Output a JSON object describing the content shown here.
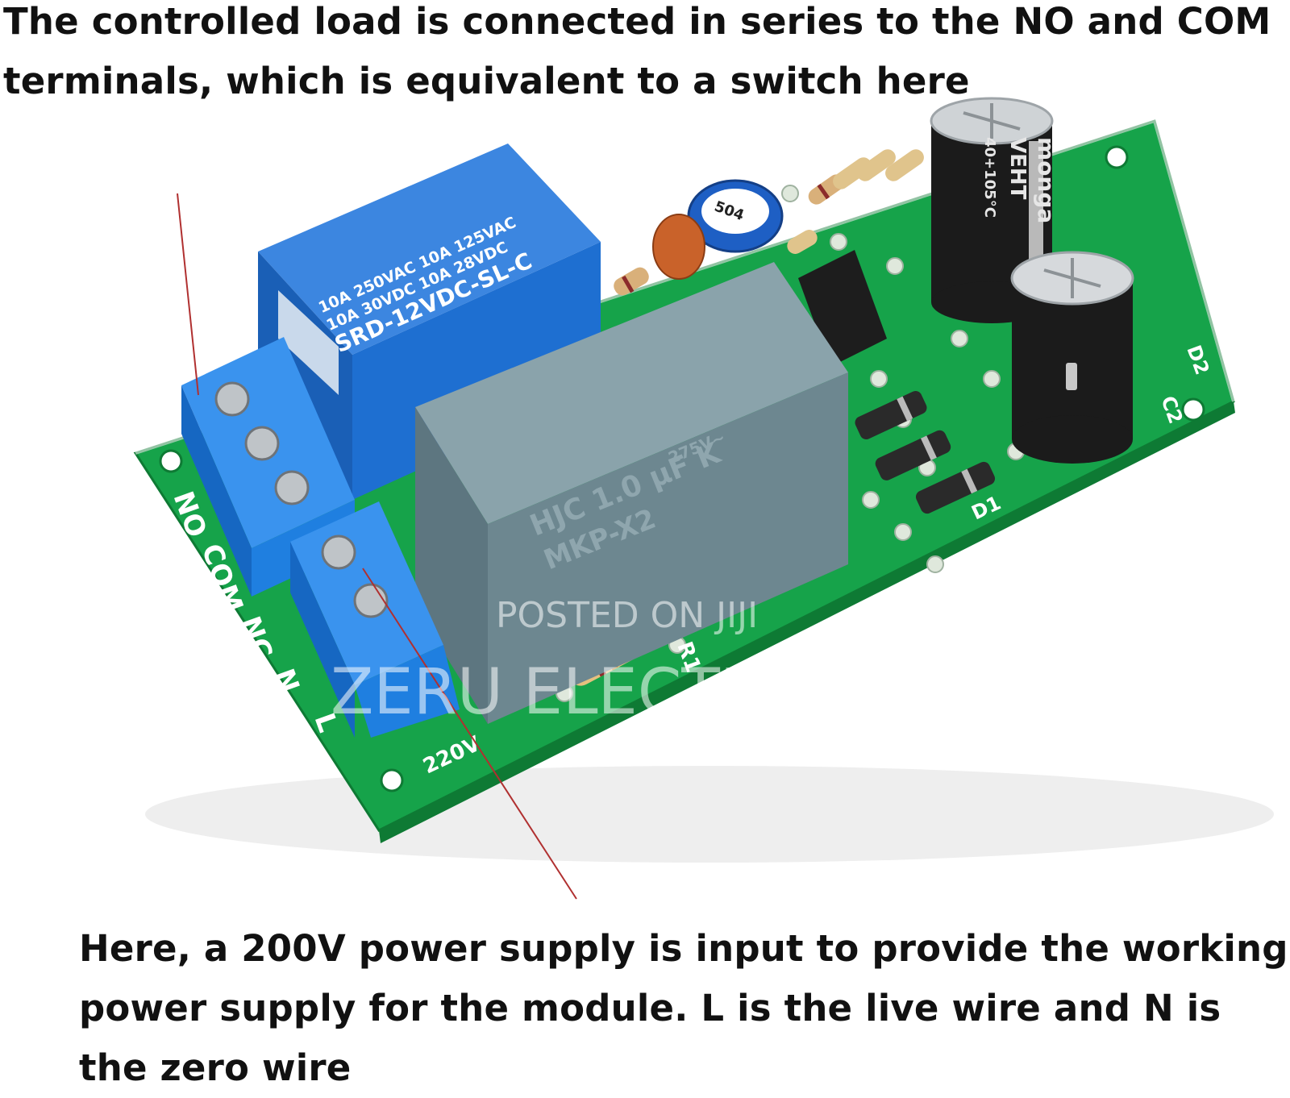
{
  "captions": {
    "top": "The controlled load is connected in series to the NO and COM terminals, which is equivalent to a switch here",
    "bottom": "Here, a 200V power supply is input to provide the working power supply for the module. L is the live wire and N is the zero wire"
  },
  "board_labels": {
    "relay_line1": "10A 250VAC 10A 125VAC",
    "relay_line2": "10A 30VDC 10A 28VDC",
    "relay_model": "SRD-12VDC-SL-C",
    "capacitor_line1": "HJC 1.0 µF K",
    "capacitor_line2": "MKP-X2",
    "capacitor_rating": "275V~",
    "electrolytic_brand": "monga",
    "electrolytic_series": "VEHT",
    "electrolytic_temp": "40+105°C",
    "pot_marking": "504",
    "terminal_no": "NO",
    "terminal_com": "COM",
    "terminal_nc": "NC",
    "terminal_n": "N",
    "terminal_l": "L",
    "voltage_silk": "220V",
    "silk_r1": "R1",
    "silk_d1": "D1",
    "silk_c2": "C2",
    "silk_d2": "D2"
  },
  "watermarks": {
    "posted": "POSTED ON JIJI",
    "brand": "ZERU ELECTRONICS"
  },
  "colors": {
    "pcb": "#16a34a",
    "pcb_dark": "#0e7a34",
    "relay": "#1e6fd1",
    "terminal": "#1f7fe0",
    "film_cap": "#6d8790",
    "annotation_line": "#b03030"
  }
}
